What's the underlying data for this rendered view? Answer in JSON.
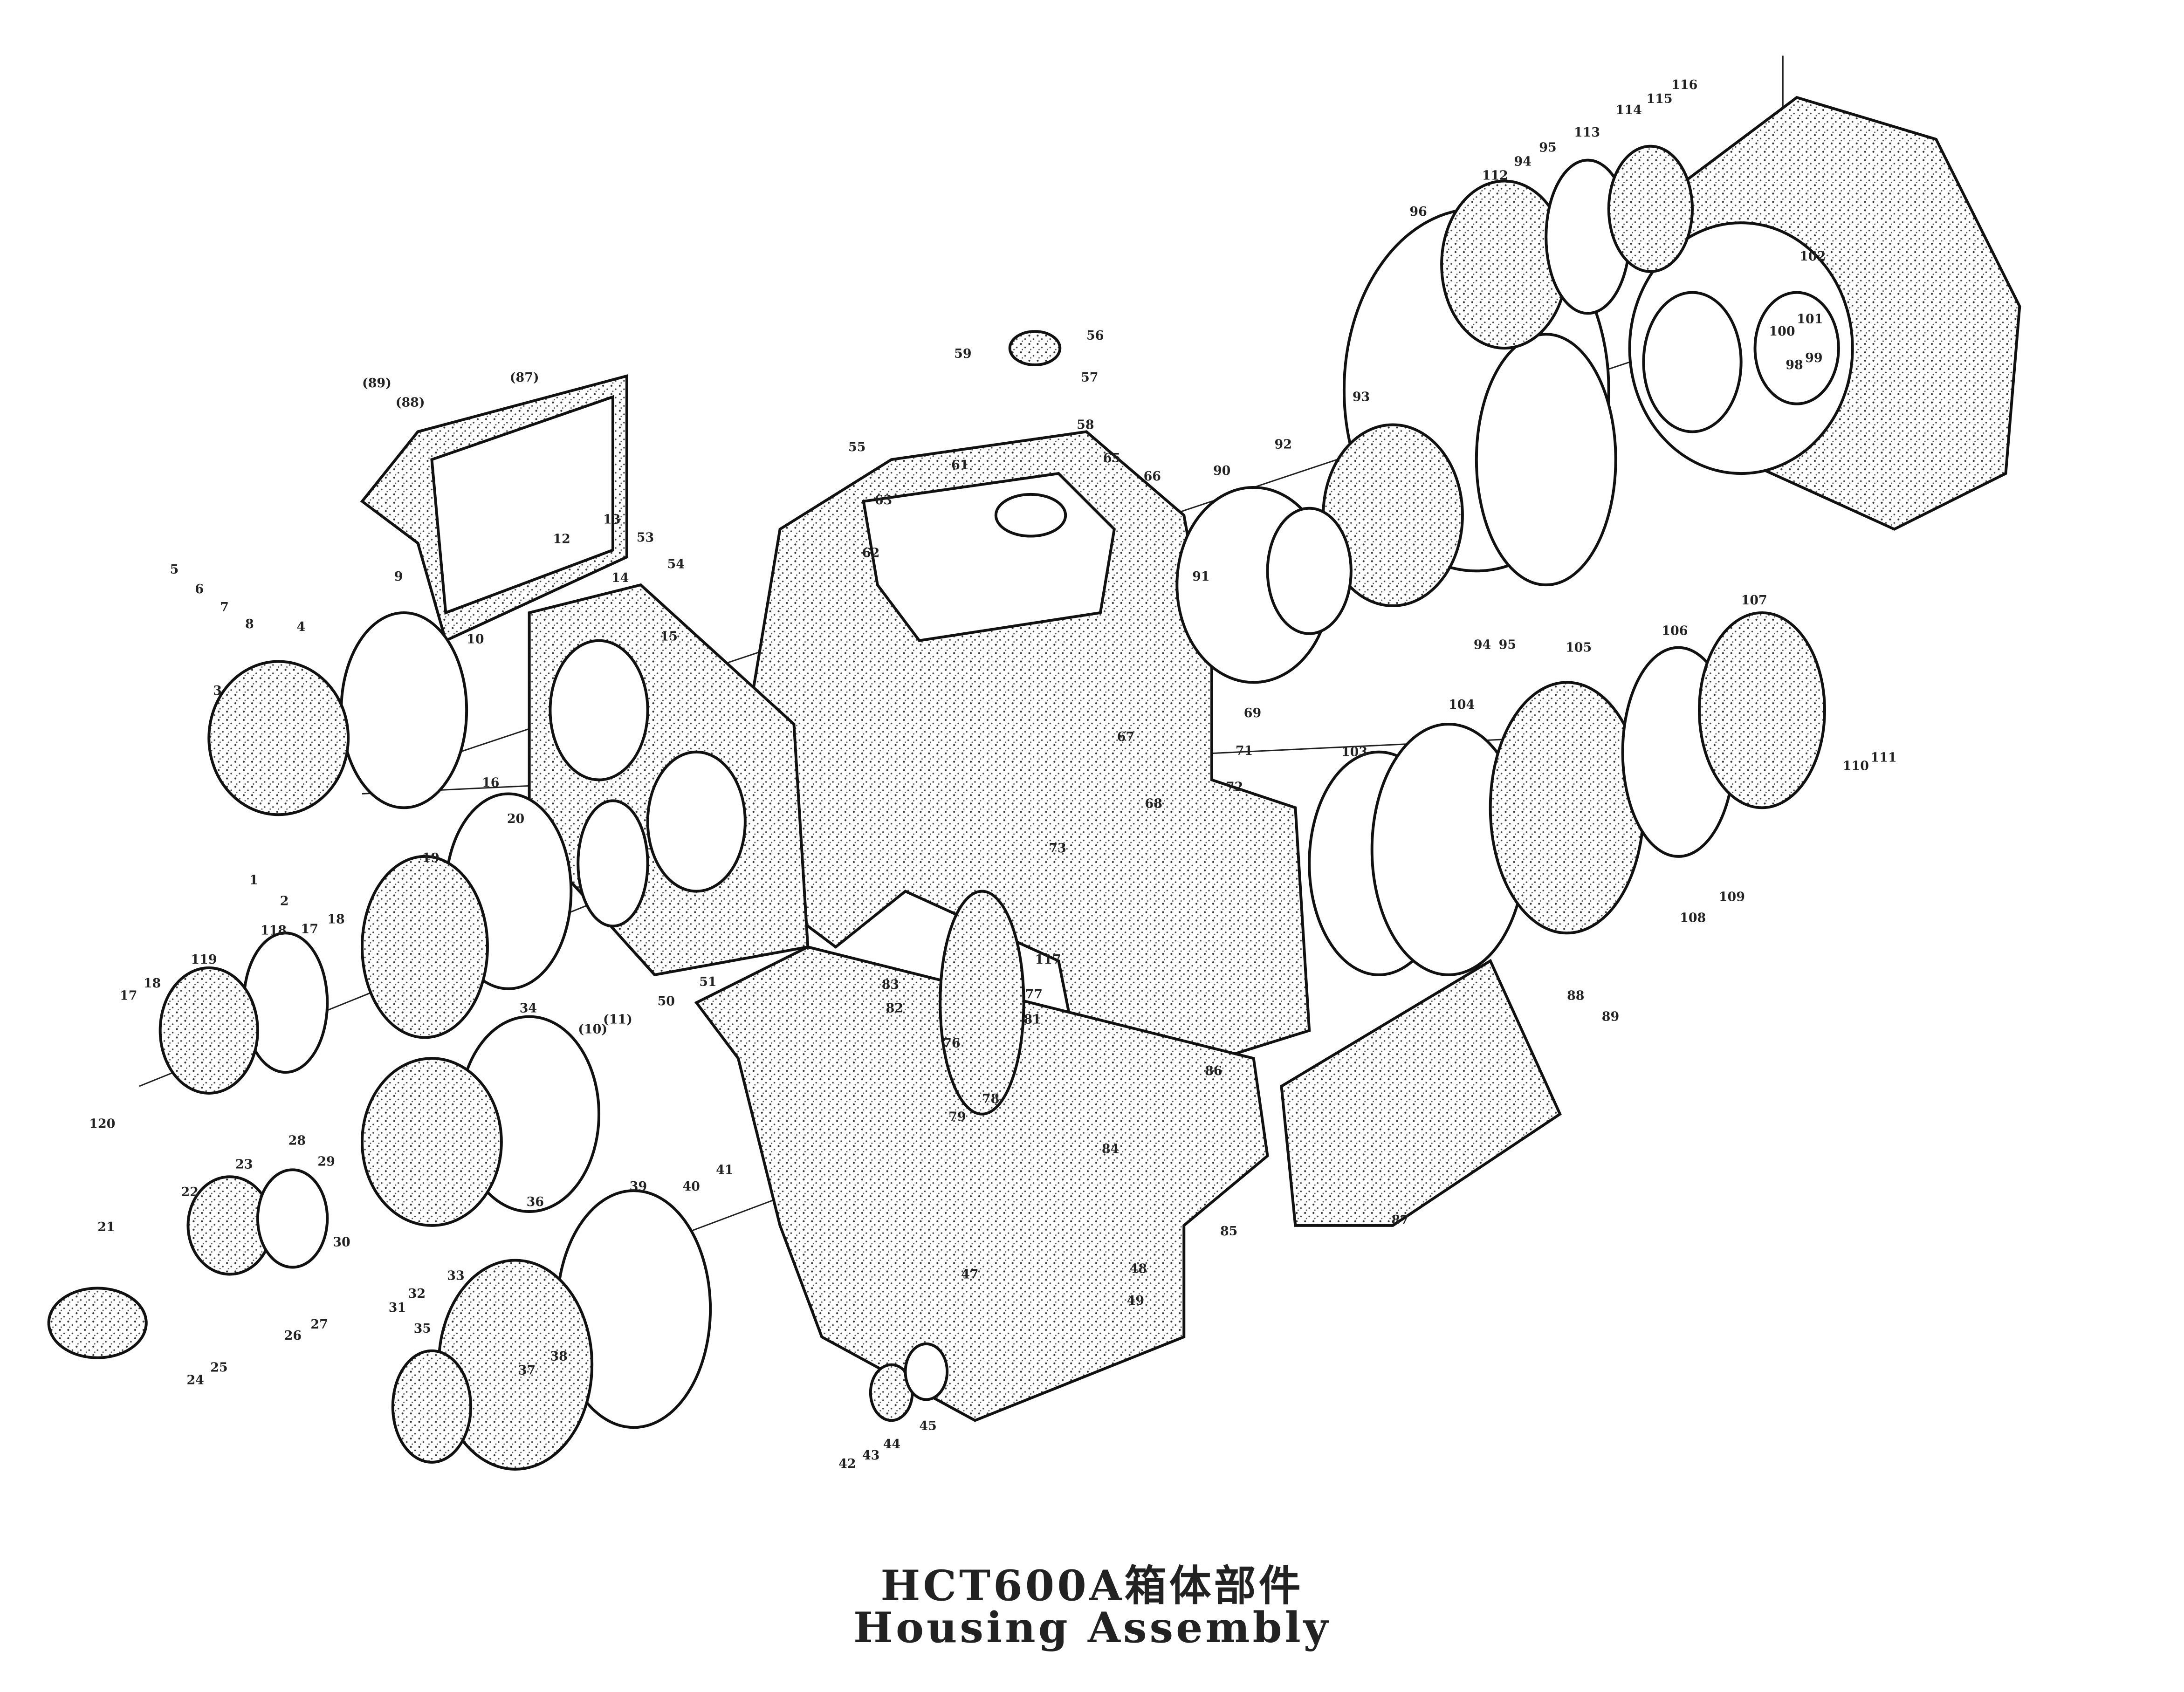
{
  "title": {
    "model_cn": "HCT600A箱体部件",
    "en": "Housing Assembly"
  },
  "part_labels": [
    "(89)",
    "(88)",
    "(87)",
    "5",
    "6",
    "7",
    "8",
    "4",
    "3",
    "9",
    "10",
    "12",
    "13",
    "14",
    "15",
    "53",
    "54",
    "55",
    "59",
    "56",
    "57",
    "58",
    "63",
    "61",
    "62",
    "65",
    "66",
    "90",
    "92",
    "93",
    "91",
    "94",
    "95",
    "94",
    "95",
    "96",
    "112",
    "113",
    "114",
    "115",
    "116",
    "102",
    "100",
    "101",
    "98",
    "99",
    "67",
    "68",
    "69",
    "71",
    "72",
    "73",
    "16",
    "20",
    "19",
    "2",
    "1",
    "18",
    "17",
    "118",
    "119",
    "17",
    "18",
    "120",
    "34",
    "(10)",
    "(11)",
    "50",
    "51",
    "83",
    "82",
    "117",
    "77",
    "81",
    "76",
    "79",
    "78",
    "86",
    "84",
    "85",
    "87",
    "88",
    "89",
    "103",
    "104",
    "105",
    "106",
    "107",
    "110",
    "111",
    "108",
    "109",
    "28",
    "23",
    "22",
    "21",
    "29",
    "30",
    "31",
    "32",
    "33",
    "36",
    "39",
    "40",
    "41",
    "48",
    "49",
    "47",
    "35",
    "37",
    "38",
    "24",
    "25",
    "26",
    "27",
    "42",
    "43",
    "44",
    "45"
  ]
}
